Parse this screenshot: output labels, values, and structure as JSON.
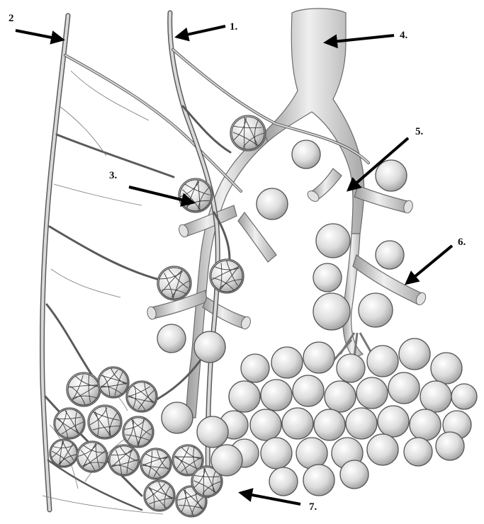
{
  "diagram": {
    "labels": [
      {
        "id": "1",
        "text": "1."
      },
      {
        "id": "2",
        "text": "2"
      },
      {
        "id": "3",
        "text": "3."
      },
      {
        "id": "4",
        "text": "4."
      },
      {
        "id": "5",
        "text": "5."
      },
      {
        "id": "6",
        "text": "6."
      },
      {
        "id": "7",
        "text": "7."
      }
    ]
  },
  "colors": {
    "ink": "#111111",
    "vessel_stroke": "#5a5a5a",
    "airway_fill": "#cfcfcf",
    "alveolus_fill": "#d6d6d6"
  }
}
